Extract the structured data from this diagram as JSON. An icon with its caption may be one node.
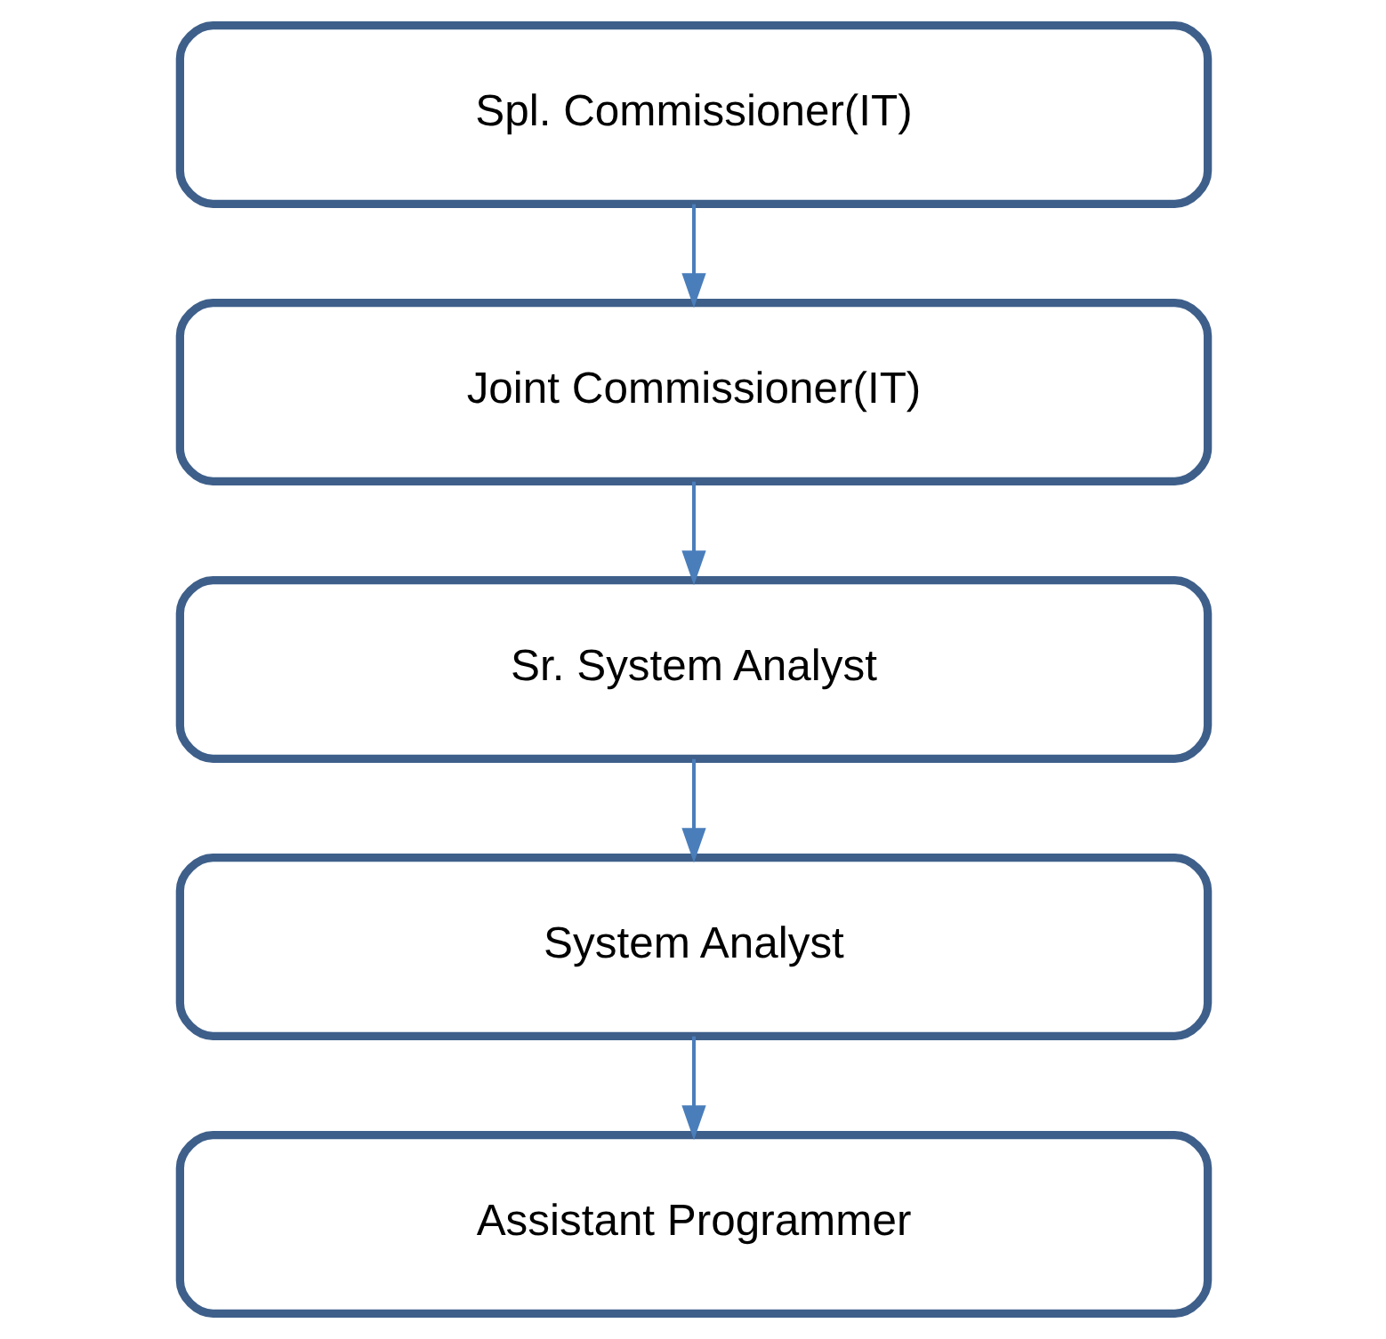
{
  "diagram": {
    "nodes": [
      {
        "text": [
          "Spl. Commissioner(IT)"
        ]
      },
      {
        "text": [
          "Joint Commissioner(IT)"
        ]
      },
      {
        "text": [
          "Sr. System Analyst"
        ]
      },
      {
        "text": [
          "System Analyst"
        ]
      },
      {
        "text": [
          "Assistant Programmer"
        ]
      }
    ],
    "edges": [
      {
        "from": 0,
        "to": 1,
        "arrow": "to"
      },
      {
        "from": 1,
        "to": 2,
        "arrow": "to"
      },
      {
        "from": 2,
        "to": 3,
        "arrow": "to"
      },
      {
        "from": 3,
        "to": 4,
        "arrow": "to"
      }
    ]
  }
}
